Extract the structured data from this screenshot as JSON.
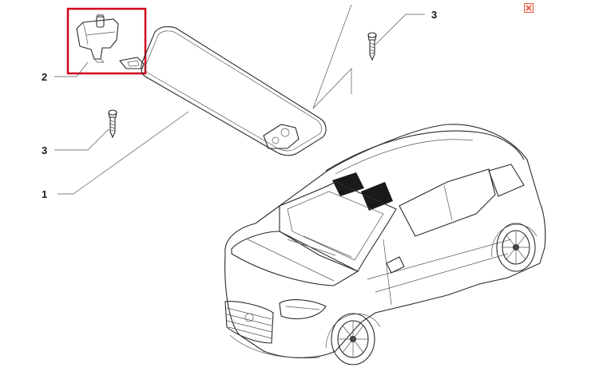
{
  "callouts": {
    "sun_visor": "1",
    "mount_clip": "2",
    "screw_top": "3",
    "screw_left": "3"
  },
  "highlight_color": "#d0021b",
  "close_icon": "close-icon",
  "close_icon_color": "#e8573a"
}
